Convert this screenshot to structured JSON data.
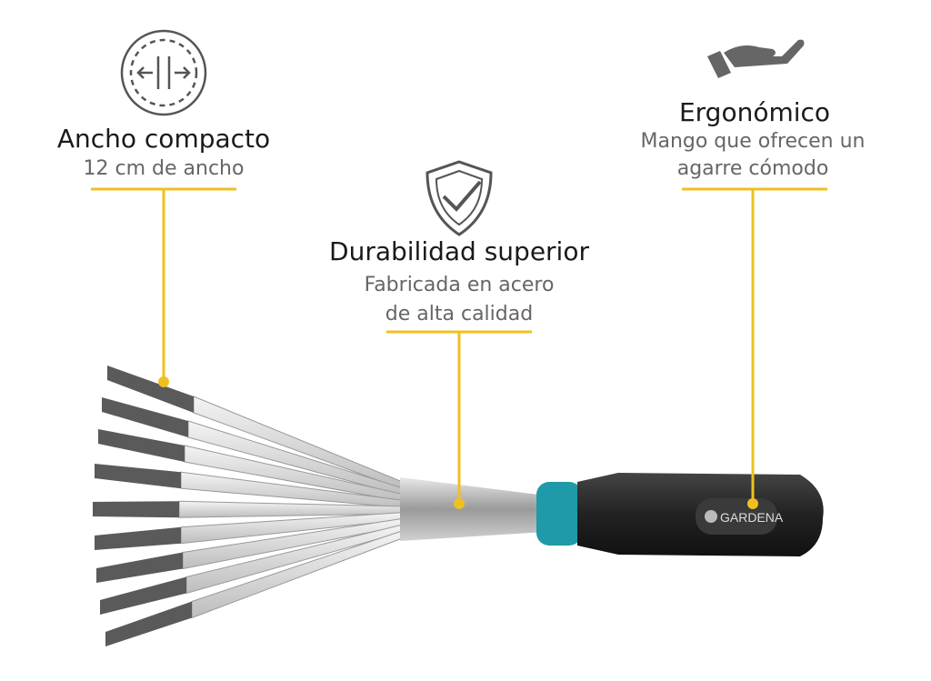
{
  "features": [
    {
      "title": "Ancho compacto",
      "lines": [
        "12 cm de ancho"
      ],
      "icon": "width-arrows-icon"
    },
    {
      "title": "Durabilidad superior",
      "lines": [
        "Fabricada en acero",
        "de alta calidad"
      ],
      "icon": "shield-check-icon"
    },
    {
      "title": "Ergonómico",
      "lines": [
        "Mango que ofrecen un",
        "agarre cómodo"
      ],
      "icon": "hand-icon"
    }
  ],
  "brand": "GARDENA",
  "colors": {
    "accent": "#f0c020",
    "teal": "#1f9aa8",
    "handle": "#2a2a2a"
  }
}
